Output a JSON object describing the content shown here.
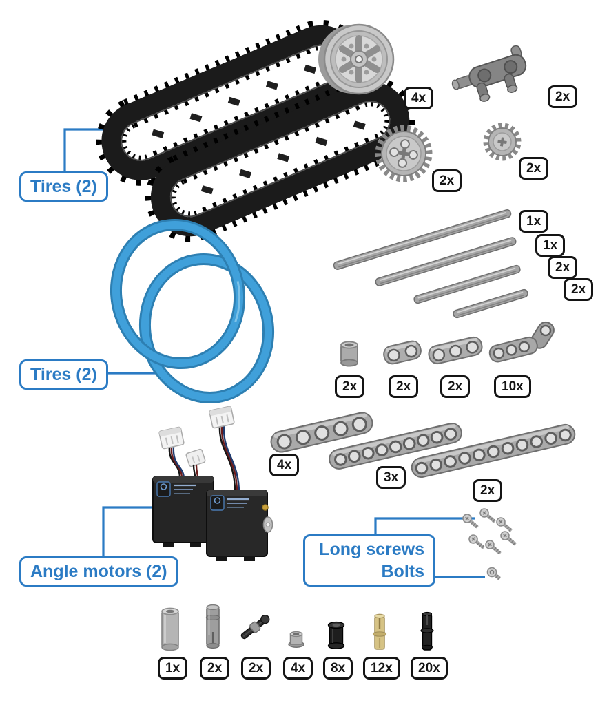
{
  "page": {
    "bg": "#ffffff",
    "accent": "#2b7bc4",
    "tire_blue": "#40a0da"
  },
  "callouts": {
    "tracks": "Tires (2)",
    "tires": "Tires (2)",
    "motors": "Angle motors (2)",
    "screws_line1": "Long screws",
    "screws_line2": "Bolts"
  },
  "counts": {
    "wheel_hub": "4x",
    "pin_block": "2x",
    "gear_large": "2x",
    "gear_small": "2x",
    "axle_longest": "1x",
    "axle_long": "1x",
    "axle_medium": "2x",
    "axle_short": "2x",
    "spacer": "2x",
    "beam_2": "2x",
    "beam_3": "2x",
    "beam_angle": "10x",
    "beam_5": "4x",
    "beam_9": "3x",
    "beam_11": "2x",
    "round_tube": "1x",
    "long_pin": "2x",
    "axle_stop": "2x",
    "half_bushing": "4x",
    "black_bushing": "8x",
    "tan_pin": "12x",
    "black_pin": "20x"
  }
}
